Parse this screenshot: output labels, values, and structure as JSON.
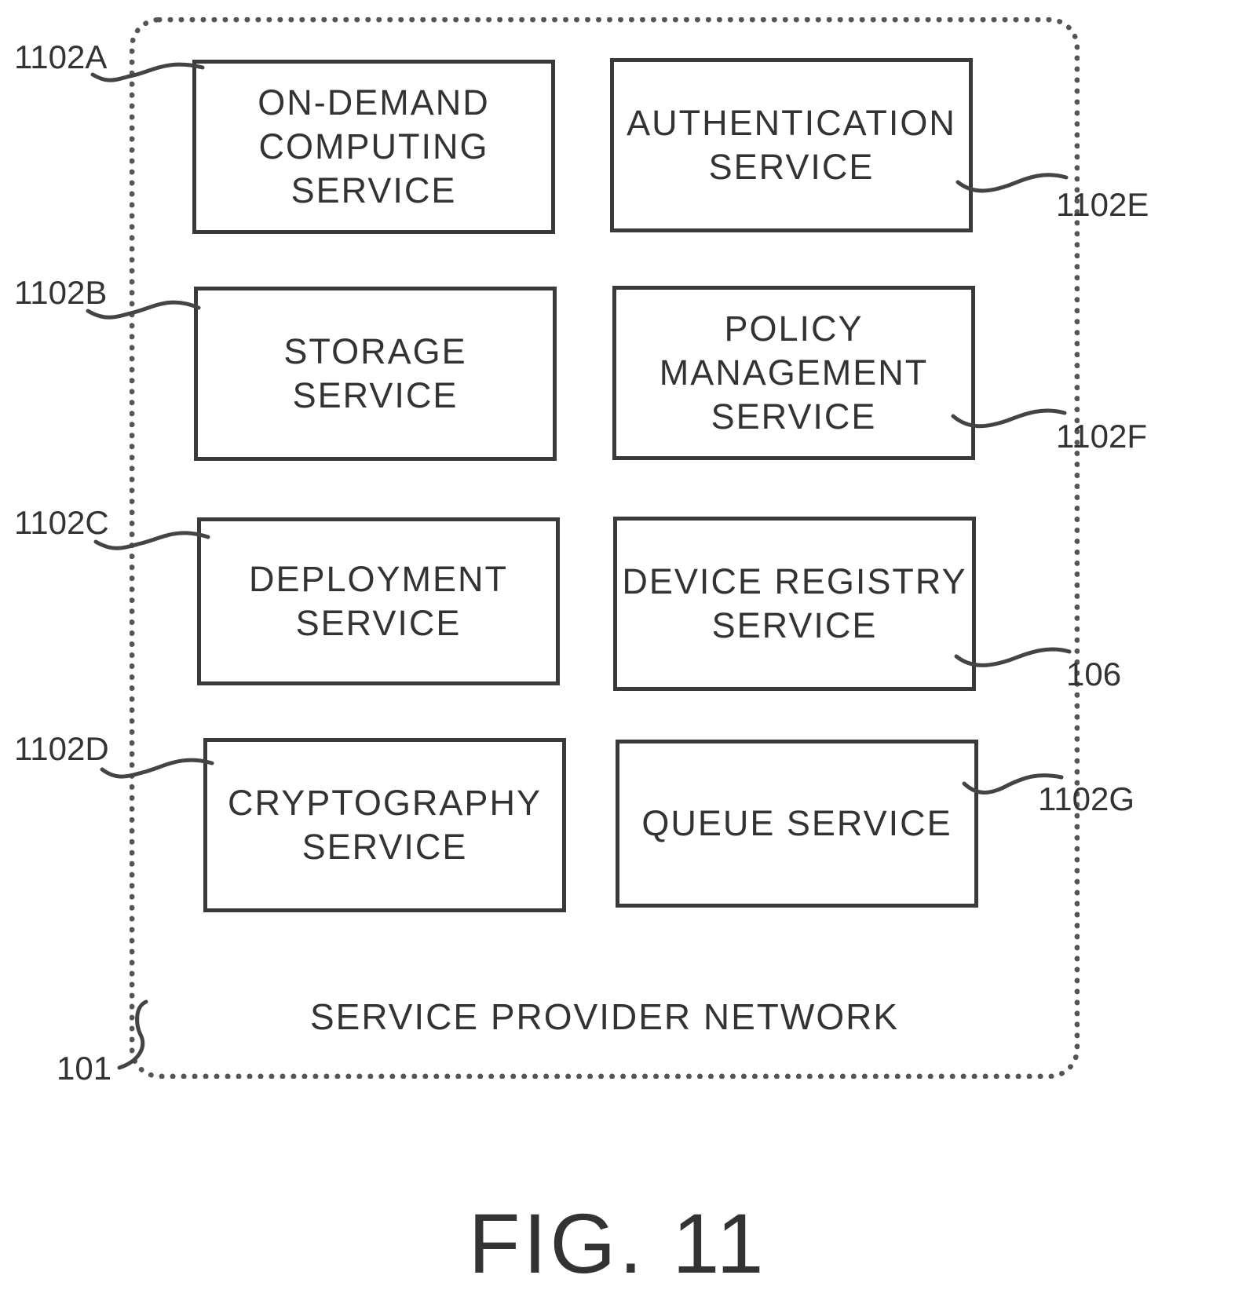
{
  "network": {
    "label": "SERVICE PROVIDER NETWORK",
    "ref": "101"
  },
  "services": [
    {
      "id": "on-demand-computing",
      "label": "ON-DEMAND\nCOMPUTING\nSERVICE",
      "ref": "1102A"
    },
    {
      "id": "storage",
      "label": "STORAGE\nSERVICE",
      "ref": "1102B"
    },
    {
      "id": "deployment",
      "label": "DEPLOYMENT\nSERVICE",
      "ref": "1102C"
    },
    {
      "id": "cryptography",
      "label": "CRYPTOGRAPHY\nSERVICE",
      "ref": "1102D"
    },
    {
      "id": "authentication",
      "label": "AUTHENTICATION\nSERVICE",
      "ref": "1102E"
    },
    {
      "id": "policy-management",
      "label": "POLICY\nMANAGEMENT\nSERVICE",
      "ref": "1102F"
    },
    {
      "id": "device-registry",
      "label": "DEVICE REGISTRY\nSERVICE",
      "ref": "106"
    },
    {
      "id": "queue",
      "label": "QUEUE SERVICE",
      "ref": "1102G"
    }
  ],
  "figure": {
    "caption": "FIG. 11"
  }
}
